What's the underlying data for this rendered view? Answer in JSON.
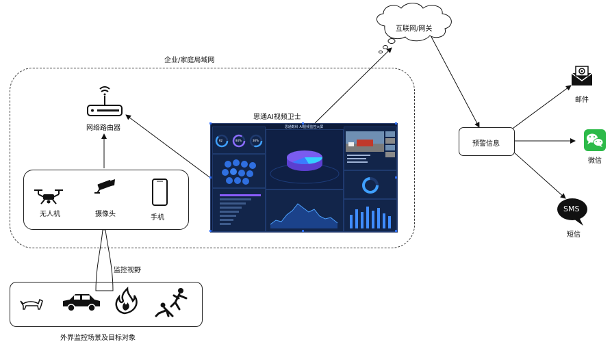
{
  "labels": {
    "lan": "企业/家庭局域网",
    "internet": "互联网/网关",
    "router": "网络路由器",
    "dashboard_title": "思通AI视频卫士",
    "drone": "无人机",
    "camera": "摄像头",
    "phone": "手机",
    "monitor_view": "监控视野",
    "scene": "外界监控场景及目标对象",
    "alert": "预警信息",
    "mail": "邮件",
    "wechat": "微信",
    "sms_text": "SMS",
    "sms": "短信"
  },
  "dashboard": {
    "header": "思通数科 AI视频监控大屏",
    "gauges": [
      "62",
      "84%",
      "30%"
    ]
  },
  "colors": {
    "wechat": "#2dba49",
    "dashboard_bg": "#0d1b3a",
    "accent": "#2b6cff"
  }
}
